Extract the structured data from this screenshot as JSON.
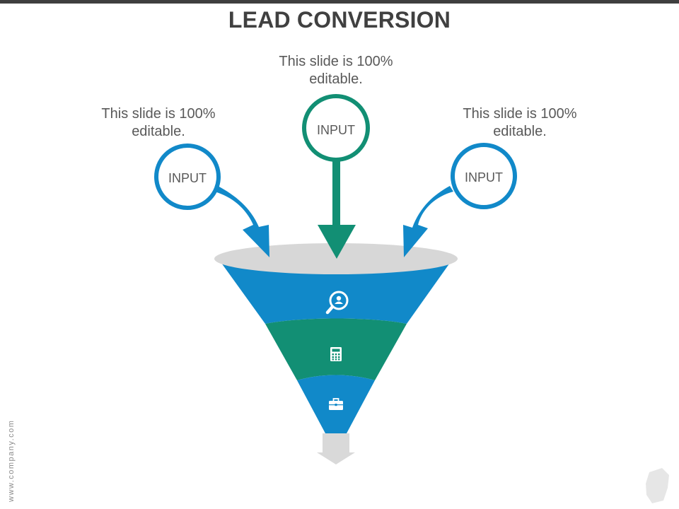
{
  "title": "LEAD CONVERSION",
  "inputs": [
    {
      "caption_line1": "This slide is 100%",
      "caption_line2": "editable.",
      "label": "INPUT",
      "icon": "circle-outline"
    },
    {
      "caption_line1": "This slide is 100%",
      "caption_line2": "editable.",
      "label": "INPUT",
      "icon": "circle-outline"
    },
    {
      "caption_line1": "This slide is 100%",
      "caption_line2": "editable.",
      "label": "INPUT",
      "icon": "circle-outline"
    }
  ],
  "funnel": {
    "stages": [
      {
        "icon": "search-user-icon"
      },
      {
        "icon": "calculator-icon"
      },
      {
        "icon": "briefcase-icon"
      }
    ]
  },
  "footer": {
    "url": "www.company.com"
  },
  "colors": {
    "blue": "#1189c9",
    "green": "#128f74",
    "gray_rim": "#d7d7d7",
    "gray_arrow": "#d9d9d9",
    "title_text": "#404040",
    "caption_text": "#595959",
    "top_bar": "#3f3f3f",
    "footer_text": "#8c8c8c"
  }
}
